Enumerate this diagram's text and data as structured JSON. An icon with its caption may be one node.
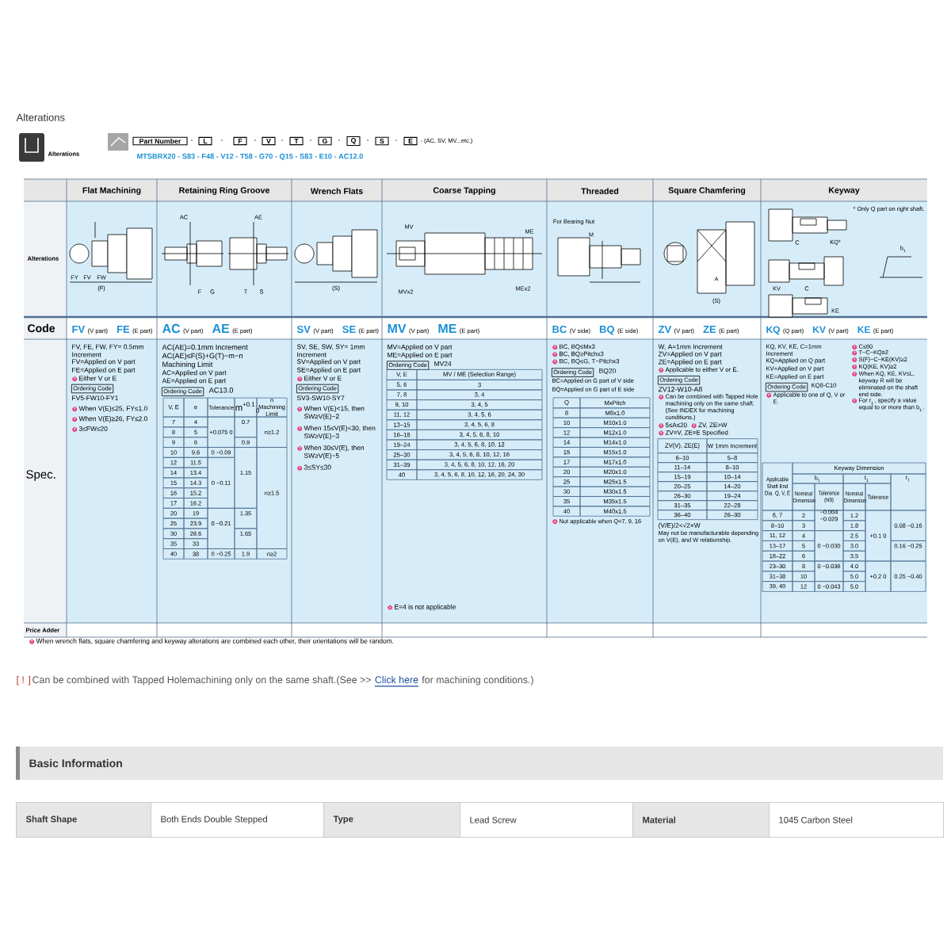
{
  "diagram": {
    "title": "Alterations",
    "labels": [
      "Alterations",
      "Part Number",
      "-",
      "L",
      "-",
      "F",
      "-",
      "V",
      "-",
      "T",
      "-",
      "G",
      "-",
      "Q",
      "-",
      "S",
      "-",
      "E",
      "- (AC, SV, MV...etc.)",
      "MTSBRX20 - S83 - F48 - V12 - T58 - G70 - Q15 - S83 - E10 - AC12.0",
      "Flat Machining",
      "Retaining Ring Groove",
      "Wrench Flats",
      "Coarse Tapping",
      "Threaded",
      "Square Chamfering",
      "Keyway",
      "Alterations",
      "FY",
      "FV",
      "FW",
      "(F)",
      "AC",
      "AE",
      "F",
      "G",
      "T",
      "S",
      "(S)",
      "MV",
      "MVx2",
      "ME",
      "MEx2",
      "For Bearing Nut",
      "M",
      "A",
      "(S)",
      "* Only Q part on right shaft.",
      "C",
      "KQ*",
      "KV",
      "C",
      "KE",
      "b$_{1}$",
      "Code",
      "FV",
      "(V part)",
      "FE",
      "(E part)",
      "AC",
      "(V part)",
      "AE",
      "(E part)",
      "SV",
      "(V part)",
      "SE",
      "(E part)",
      "MV",
      "(V part)",
      "ME",
      "(E part)",
      "BC",
      "(V side)",
      "BQ",
      "(E side)",
      "ZV",
      "(V part)",
      "ZE",
      "(E part)",
      "KQ",
      "(Q part)",
      "KV",
      "(V part)",
      "KE",
      "(E part)",
      "Spec.",
      "FV, FE, FW, FY= 0.5mm Increment",
      "FV=Applied on V part",
      "FE=Applied on E part",
      "Either V or E",
      "Ordering Code",
      "FV5-FW10-FY1",
      "When V(E)≤25, FY≤1.0",
      "When V(E)≥26, FY≤2.0",
      "3≤FW≤20",
      "AC(AE)=0.1mm Increment",
      "AC(AE)≤F(S)+G(T)−m−n",
      "Machining Limit",
      "AC=Applied on V part",
      "AE=Applied on E part",
      "Ordering Code",
      "AC13.0",
      "V, E",
      "e",
      "Tolerance",
      "m$^{+0.1}$$_{0}$",
      "n Machining Limit",
      "7",
      "4",
      "0.7",
      "8",
      "5",
      "+0.075 0",
      "n≥1.2",
      "9",
      "6",
      "0.9",
      "10",
      "9.6",
      "0 −0.09",
      "12",
      "11.5",
      "14",
      "13.4",
      "1.15",
      "15",
      "14.3",
      "0 −0.11",
      "16",
      "15.2",
      "n≥1.5",
      "17",
      "16.2",
      "20",
      "19",
      "1.35",
      "25",
      "23.9",
      "0 −0.21",
      "30",
      "28.6",
      "1.65",
      "35",
      "33",
      "40",
      "38",
      "0 −0.25",
      "1.9",
      "n≥2",
      "SV, SE, SW, SY= 1mm Increment",
      "SV=Applied on V part",
      "SE=Applied on E part",
      "Either V or E",
      "Ordering Code",
      "SV3-SW10-SY7",
      "When V(E)<15, then SW≥V(E)−2",
      "When 15≤V(E)<30, then SW≥V(E)−3",
      "When 30≤V(E), then SW≥V(E)−5",
      "3≤SY≤30",
      "MV=Applied on V part",
      "ME=Applied on E part",
      "Ordering Code",
      "MV24",
      "V, E",
      "MV / ME (Selection Range)",
      "5, 6",
      "3",
      "7, 8",
      "3, 4",
      "9, 10",
      "3, 4, 5",
      "11, 12",
      "3, 4, 5, 6",
      "13–15",
      "3, 4, 5, 6, 8",
      "16–18",
      "3, 4, 5, 6, 8, 10",
      "19–24",
      "3, 4, 5, 6, 8, 10, 12",
      "25–30",
      "3, 4, 5, 6, 8, 10, 12, 16",
      "31–39",
      "3, 4, 5, 6, 8, 10, 12, 16, 20",
      "40",
      "3, 4, 5, 6, 8, 10, 12, 16, 20, 24, 30",
      "E=4 is not applicable",
      "BC, BQ≤Mx3",
      "BC, BQ≥Pitchx3",
      "BC, BQ≤G, T−Pitchx3",
      "Ordering Code",
      "BQ20",
      "BC=Applied on G part of V side",
      "BQ=Applied on G part of E side",
      "Q",
      "MxPitch",
      "8",
      "M8x1.0",
      "10",
      "M10x1.0",
      "12",
      "M12x1.0",
      "14",
      "M14x1.0",
      "15",
      "M15x1.0",
      "17",
      "M17x1.0",
      "20",
      "M20x1.0",
      "25",
      "M25x1.5",
      "30",
      "M30x1.5",
      "35",
      "M35x1.5",
      "40",
      "M40x1.5",
      "Not applicable when Q=7, 9, 16",
      "W, A=1mm Increment",
      "ZV=Applied on V part",
      "ZE=Applied on E part",
      "Applicable to either V or E.",
      "Ordering Code",
      "ZV12-W10-A8",
      "Can be combined with Tapped Hole machining only on the same shaft. (See INDEX for machining conditions.)",
      "5≤A≤20",
      "ZV, ZE>W",
      "ZV=V, ZE=E Specified",
      "ZV(V), ZE(E)",
      "W 1mm Increment",
      "6–10",
      "5–8",
      "11–14",
      "8–10",
      "15–19",
      "10–14",
      "20–25",
      "14–20",
      "26–30",
      "19–24",
      "31–35",
      "22–28",
      "36–40",
      "26–30",
      "(V/E)/2<√2×W",
      "May not be manufacturable depending on V(E), and W relationship.",
      "KQ, KV, KE, C=1mm Increment",
      "KQ=Applied on Q part",
      "KV=Applied on V part",
      "KE=Applied on E part",
      "Ordering Code",
      "KQ8-C10",
      "Applicable to one of Q, V or E.",
      "C≤60",
      "T−C−KQ≥2",
      "S(F)−C−KE(KV)≥2",
      "KQ(KE, KV)≥2",
      "When KQ, KE, KV≤L, keyway R will be eliminated on the shaft end side.",
      "For r$_{1}$, specify a value equal to or more than b$_{1}$.",
      "Keyway Dimension",
      "Applicable Shaft End Dia. Q, V, E",
      "b$_{1}$",
      "t$_{1}$",
      "r$_{1}$",
      "Nominal Dimension",
      "Tolerance (N9)",
      "Nominal Dimension",
      "Tolerance",
      "6, 7",
      "2",
      "−0.004 −0.029",
      "1.2",
      "8–10",
      "3",
      "1.8",
      "0.08 −0.16",
      "11, 12",
      "4",
      "2.5",
      "+0.1 0",
      "13–17",
      "5",
      "0 −0.030",
      "3.0",
      "0.16 −0.25",
      "18–22",
      "6",
      "3.5",
      "23–30",
      "8",
      "0 −0.036",
      "4.0",
      "31–38",
      "10",
      "5.0",
      "+0.2 0",
      "0.25 −0.40",
      "39, 40",
      "12",
      "0 −0.043",
      "5.0",
      "Price Adder",
      "When wrench flats, square chamfering and keyway alterations are combined each other, their orientations will be random.",
      "[ ! ]",
      "Can be combined with Tapped Holemachining only on the same shaft.(See >>",
      "Click here",
      "for machining conditions.)",
      "Basic Information",
      "Shaft Shape",
      "Both Ends Double Stepped",
      "Type",
      "Lead Screw",
      "Material",
      "1045 Carbon Steel"
    ]
  }
}
